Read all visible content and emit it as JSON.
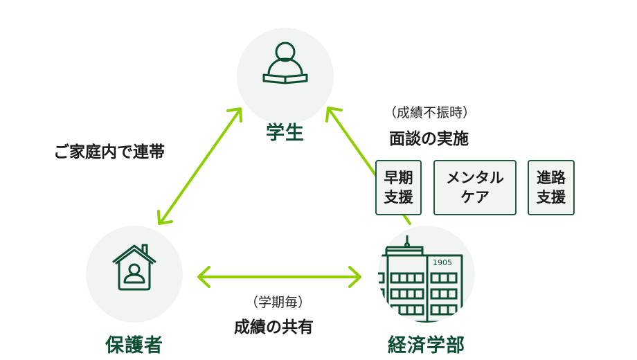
{
  "nodes": {
    "student": {
      "label": "学生",
      "icon": "student-reading-icon"
    },
    "guardian": {
      "label": "保護者",
      "icon": "house-person-icon"
    },
    "faculty": {
      "label": "経済学部",
      "icon": "building-icon",
      "building_year": "1905"
    }
  },
  "links": {
    "guardian_student": {
      "label": "ご家庭内で連帯"
    },
    "guardian_faculty": {
      "sub": "（学期毎）",
      "label": "成績の共有"
    },
    "faculty_student": {
      "sub": "（成績不振時）",
      "label": "面談の実施"
    }
  },
  "support_boxes": [
    {
      "line1": "早期",
      "line2": "支援"
    },
    {
      "line1": "メンタル",
      "line2": "ケア"
    },
    {
      "line1": "進路",
      "line2": "支援"
    }
  ],
  "colors": {
    "arrow": "#8fce00",
    "dark_green": "#0d4d32",
    "circle_bg": "#f2f4f4"
  }
}
